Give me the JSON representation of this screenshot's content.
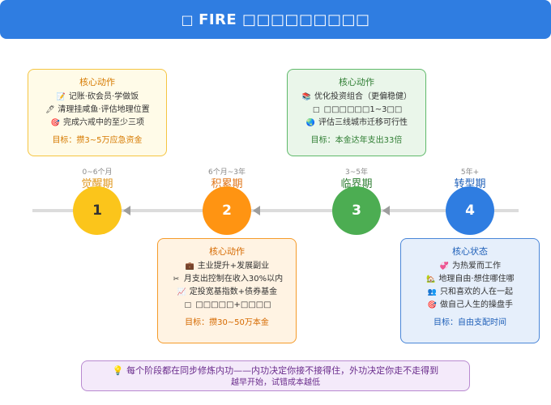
{
  "header": {
    "icon": "□",
    "title": "FIRE □□□□□□□□□"
  },
  "stages": [
    {
      "number": "1",
      "period": "0~6个月",
      "name": "觉醒期",
      "card_title": "核心动作",
      "items": [
        {
          "icon": "📝",
          "text": "记账·砍会员·学做饭"
        },
        {
          "icon": "🖊",
          "text": "清理挂咸鱼·评估地理位置"
        },
        {
          "icon": "🎯",
          "text": "完成六戒中的至少三项"
        }
      ],
      "goal": "目标：攒3~5万应急资金"
    },
    {
      "number": "2",
      "period": "6个月~3年",
      "name": "积累期",
      "card_title": "核心动作",
      "items": [
        {
          "icon": "💼",
          "text": "主业提升+发展副业"
        },
        {
          "icon": "✂",
          "text": "月支出控制在收入30%以内"
        },
        {
          "icon": "📈",
          "text": "定投宽基指数+债券基金"
        },
        {
          "icon": "□",
          "text": "□□□□□+□□□□"
        }
      ],
      "goal": "目标：攒30~50万本金"
    },
    {
      "number": "3",
      "period": "3~5年",
      "name": "临界期",
      "card_title": "核心动作",
      "items": [
        {
          "icon": "📚",
          "text": "优化投资组合（更偏稳健）"
        },
        {
          "icon": "□",
          "text": "□□□□□□1~3□□"
        },
        {
          "icon": "🌏",
          "text": "评估三线城市迁移可行性"
        }
      ],
      "goal": "目标：本金达年支出33倍"
    },
    {
      "number": "4",
      "period": "5年+",
      "name": "转型期",
      "card_title": "核心状态",
      "items": [
        {
          "icon": "💞",
          "text": "为热爱而工作"
        },
        {
          "icon": "🏡",
          "text": "地理自由·想住哪住哪"
        },
        {
          "icon": "👥",
          "text": "只和喜欢的人在一起"
        },
        {
          "icon": "🎯",
          "text": "做自己人生的操盘手"
        }
      ],
      "goal": "目标：自由支配时间"
    }
  ],
  "footer": {
    "icon": "💡",
    "line1": "每个阶段都在同步修炼内功——内功决定你接不接得住，外功决定你走不走得到",
    "line2": "越早开始，试错成本越低"
  }
}
